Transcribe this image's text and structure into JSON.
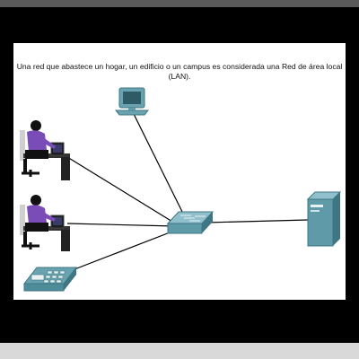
{
  "caption": {
    "line1": "Una red que abastece un hogar, un edificio o un campus es considerada una Red de área local",
    "line2": "(LAN)."
  },
  "nodes": [
    {
      "id": "monitor",
      "icon": "monitor-icon"
    },
    {
      "id": "user-1",
      "icon": "user-at-computer-icon"
    },
    {
      "id": "user-2",
      "icon": "user-at-computer-icon"
    },
    {
      "id": "ip-phone",
      "icon": "ip-phone-icon"
    },
    {
      "id": "switch",
      "icon": "switch-icon"
    },
    {
      "id": "server",
      "icon": "server-icon"
    }
  ],
  "colors": {
    "device": "#5e9aa8",
    "device_dark": "#3f7683",
    "person": "#7a4cb8",
    "link": "#000000",
    "background": "#000000",
    "slide": "#ffffff"
  }
}
